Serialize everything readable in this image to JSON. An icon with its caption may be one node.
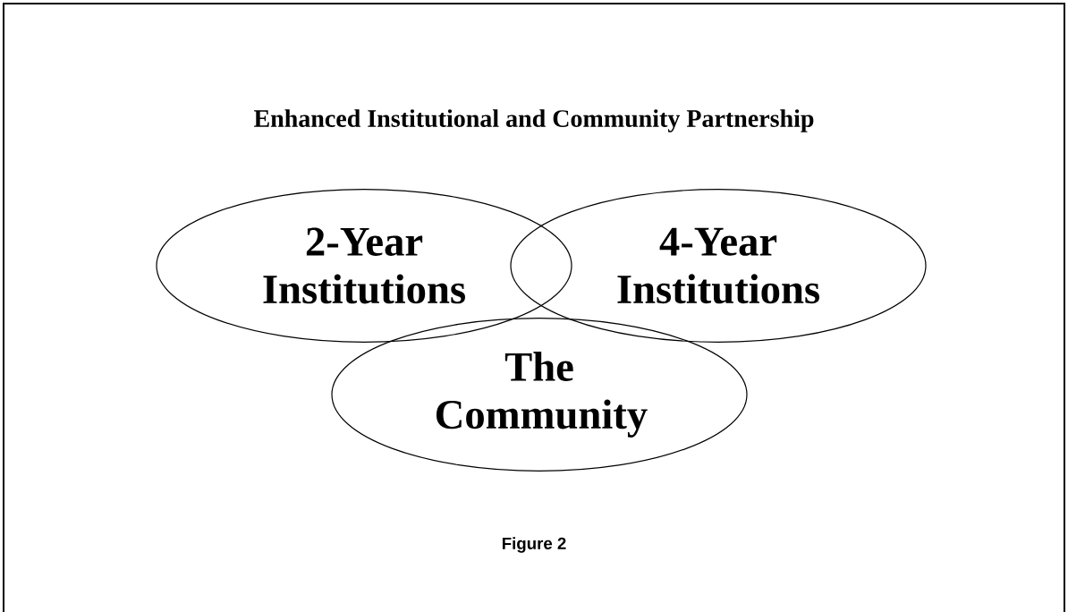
{
  "diagram": {
    "title": "Enhanced Institutional and Community Partnership",
    "caption": "Figure 2",
    "nodes": [
      {
        "text": [
          "2-Year Institutions"
        ]
      },
      {
        "text": [
          "4-Year Institutions"
        ]
      },
      {
        "text": [
          "The Community"
        ]
      }
    ]
  }
}
